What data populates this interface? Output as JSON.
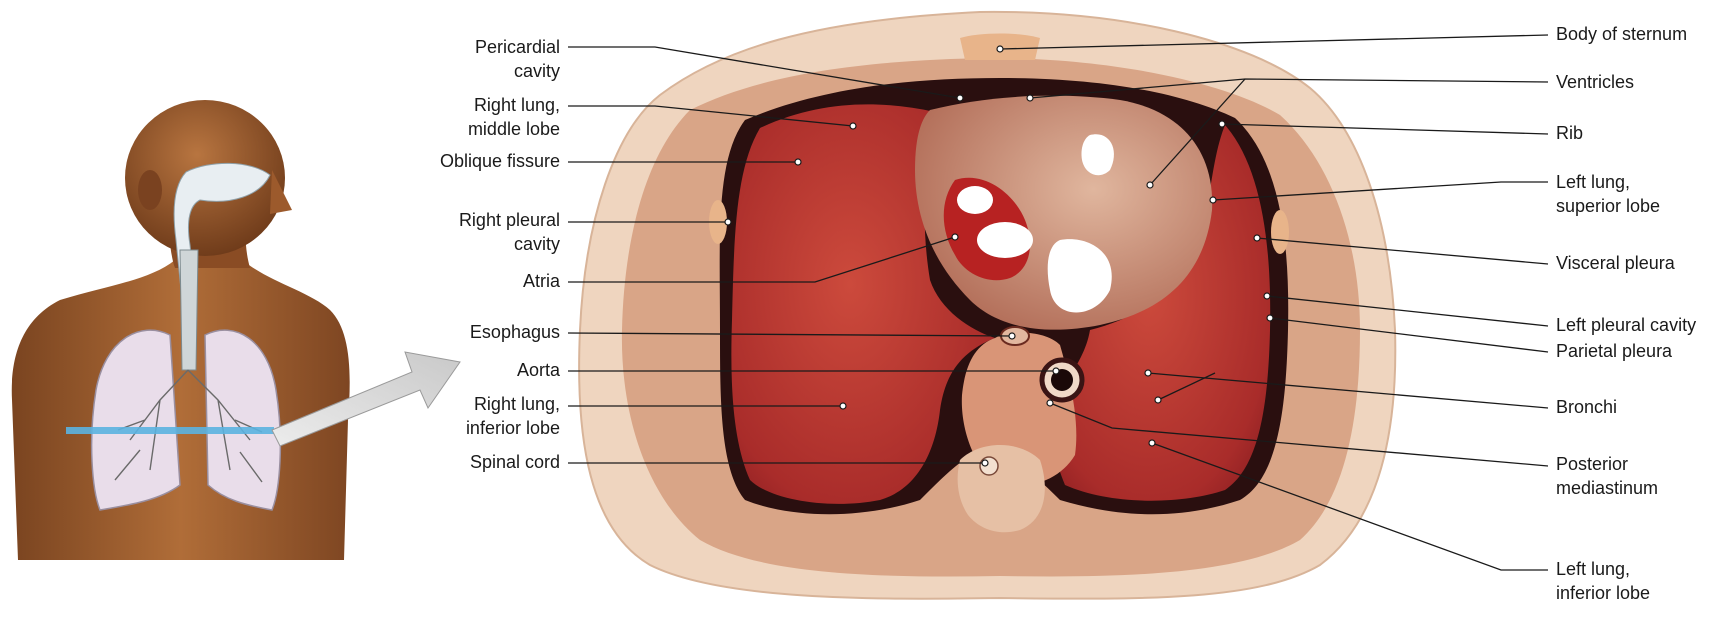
{
  "figure": {
    "labels_left": [
      {
        "key": "pericardial_cavity",
        "lines": [
          "Pericardial",
          "cavity"
        ]
      },
      {
        "key": "right_lung_middle",
        "lines": [
          "Right lung,",
          "middle lobe"
        ]
      },
      {
        "key": "oblique_fissure",
        "lines": [
          "Oblique fissure"
        ]
      },
      {
        "key": "right_pleural_cavity",
        "lines": [
          "Right pleural",
          "cavity"
        ]
      },
      {
        "key": "atria",
        "lines": [
          "Atria"
        ]
      },
      {
        "key": "esophagus",
        "lines": [
          "Esophagus"
        ]
      },
      {
        "key": "aorta",
        "lines": [
          "Aorta"
        ]
      },
      {
        "key": "right_lung_inferior",
        "lines": [
          "Right lung,",
          "inferior lobe"
        ]
      },
      {
        "key": "spinal_cord",
        "lines": [
          "Spinal cord"
        ]
      }
    ],
    "labels_right": [
      {
        "key": "body_of_sternum",
        "lines": [
          "Body of sternum"
        ]
      },
      {
        "key": "ventricles",
        "lines": [
          "Ventricles"
        ]
      },
      {
        "key": "rib",
        "lines": [
          "Rib"
        ]
      },
      {
        "key": "left_lung_superior",
        "lines": [
          "Left lung,",
          "superior lobe"
        ]
      },
      {
        "key": "visceral_pleura",
        "lines": [
          "Visceral pleura"
        ]
      },
      {
        "key": "left_pleural_cavity",
        "lines": [
          "Left pleural cavity"
        ]
      },
      {
        "key": "parietal_pleura",
        "lines": [
          "Parietal pleura"
        ]
      },
      {
        "key": "bronchi",
        "lines": [
          "Bronchi"
        ]
      },
      {
        "key": "posterior_mediastinum",
        "lines": [
          "Posterior",
          "mediastinum"
        ]
      },
      {
        "key": "left_lung_inferior",
        "lines": [
          "Left lung,",
          "inferior lobe"
        ]
      }
    ],
    "colors": {
      "skin": "#a3622f",
      "tissue_outer": "#efd5bf",
      "lung": "#bf3a33",
      "heart": "#c7826a",
      "plane_marker": "#5bb3e0",
      "arrow": "#d9d9d9"
    }
  }
}
